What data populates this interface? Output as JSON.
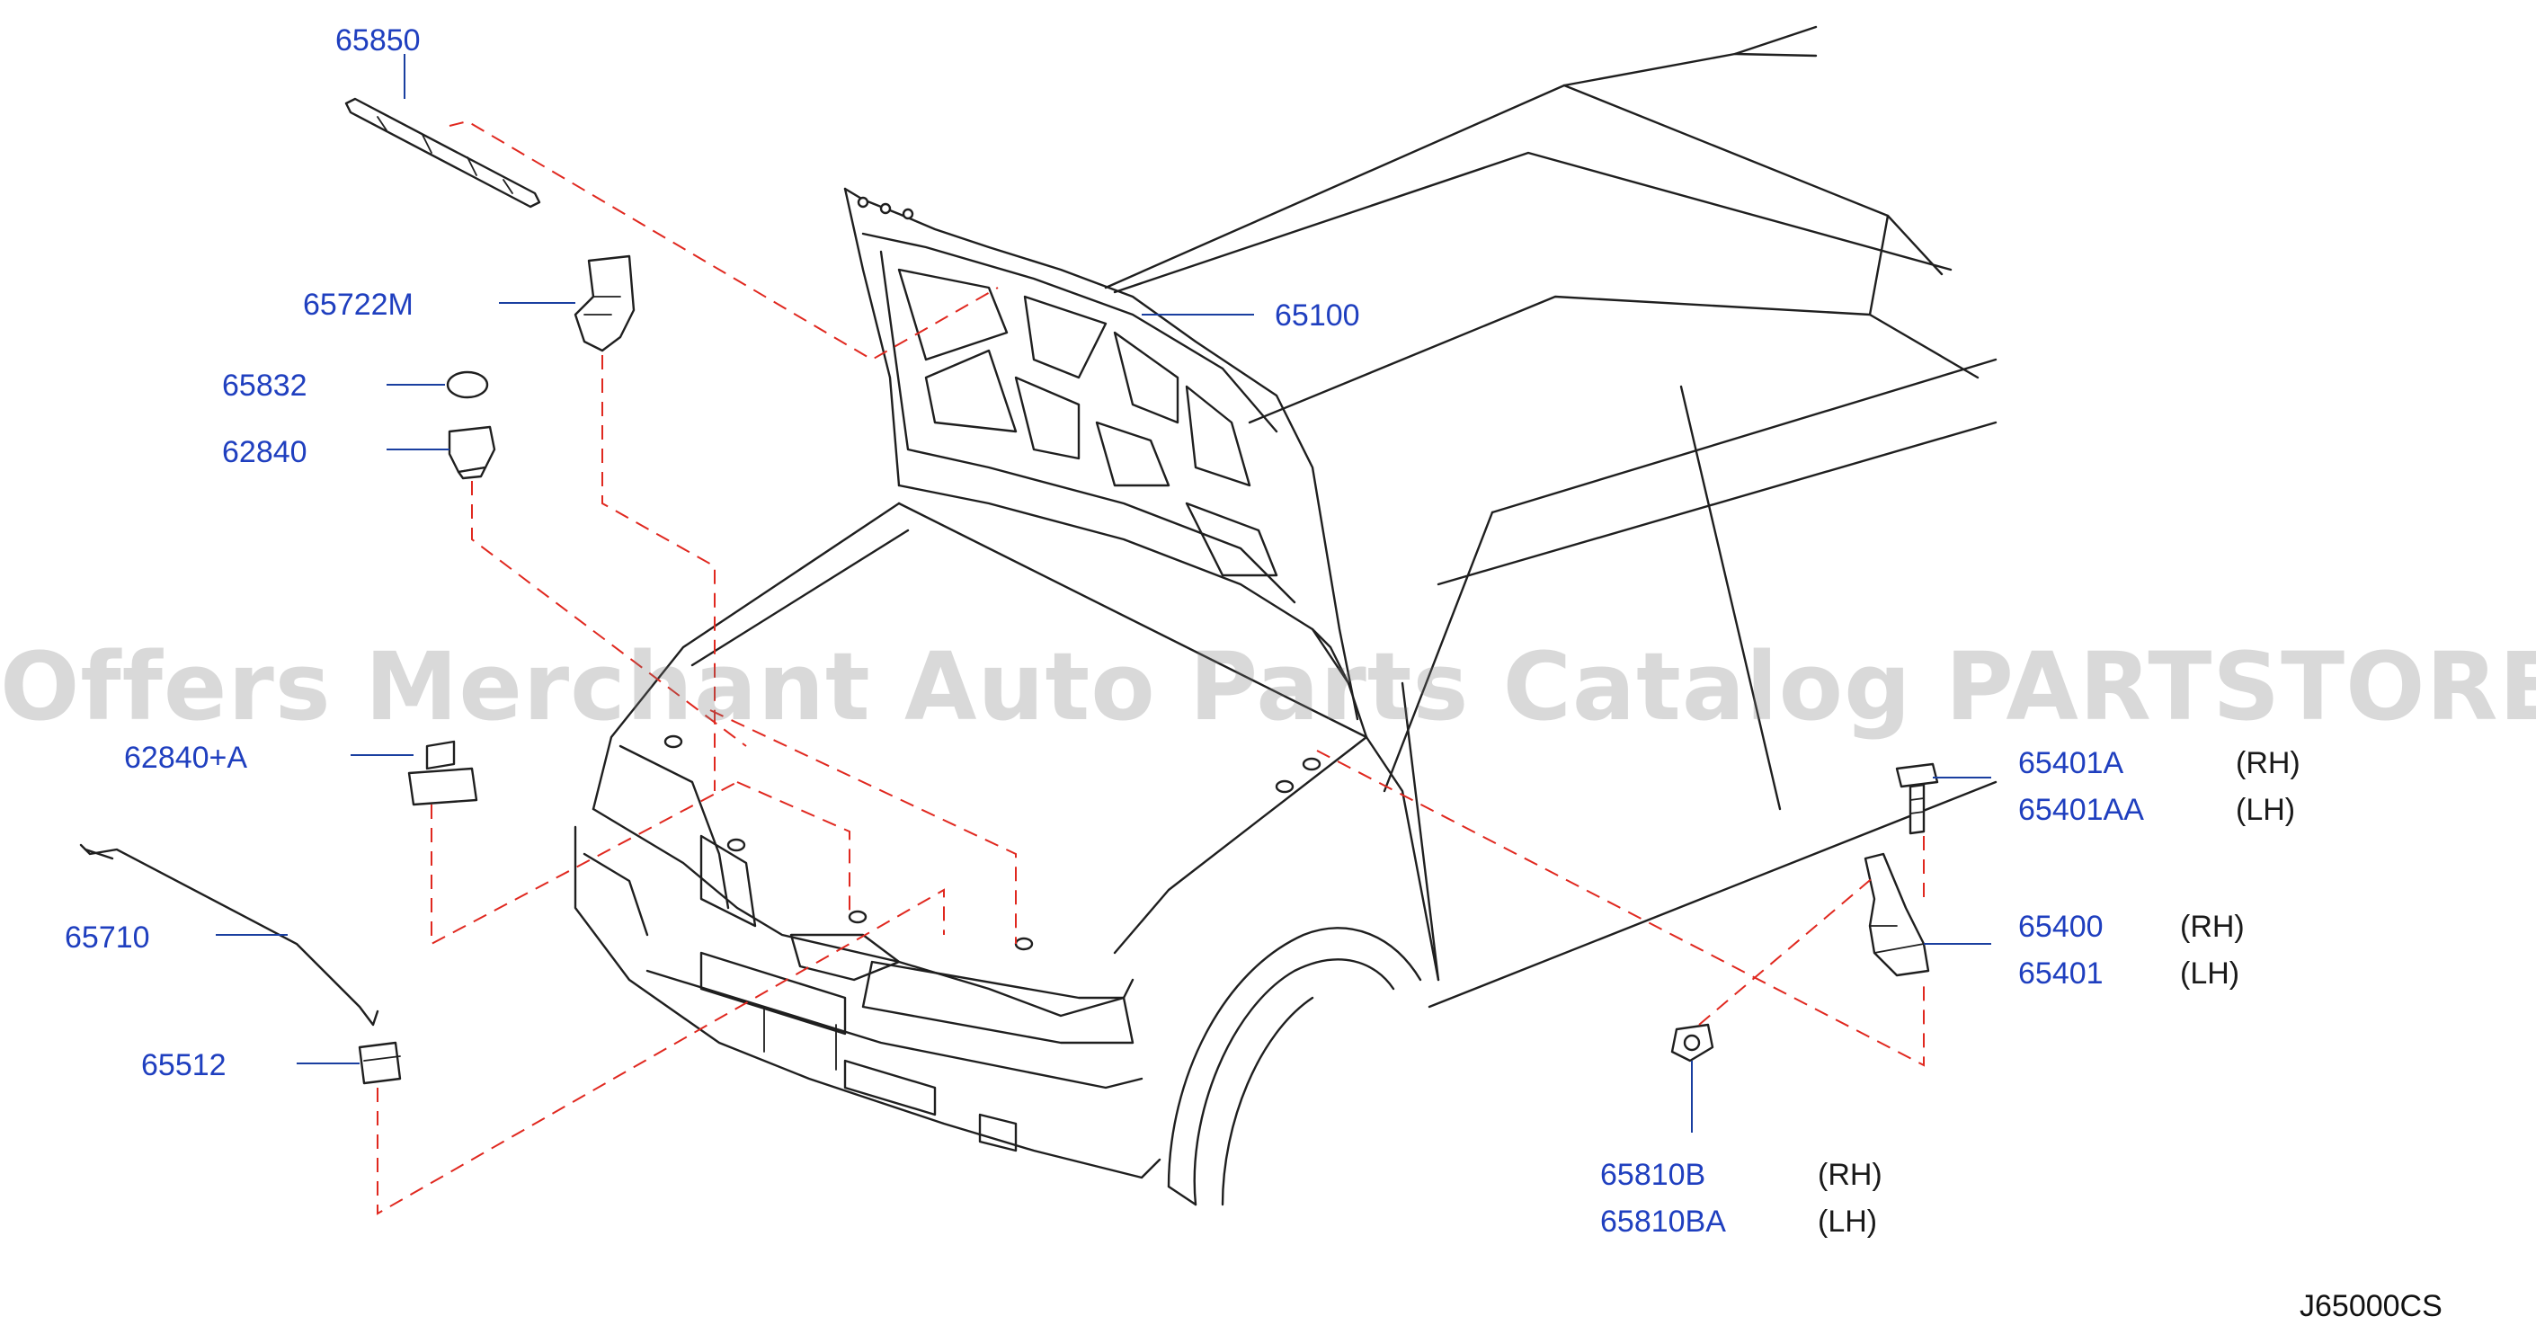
{
  "diagram": {
    "code": "J65000CS",
    "watermark": "Offers Merchant Auto Parts Catalog PARTSTORE.SA",
    "colors": {
      "part_number": "#1f3fbf",
      "leader": "#1a3fa0",
      "dash": "#e0281f",
      "ink": "#1f1f1f"
    },
    "parts": [
      {
        "number": "65850"
      },
      {
        "number": "65722M"
      },
      {
        "number": "65832"
      },
      {
        "number": "62840"
      },
      {
        "number": "65100"
      },
      {
        "number": "62840+A"
      },
      {
        "number": "65710"
      },
      {
        "number": "65512"
      },
      {
        "number": "65401A",
        "side": "(RH)"
      },
      {
        "number": "65401AA",
        "side": "(LH)"
      },
      {
        "number": "65400",
        "side": "(RH)"
      },
      {
        "number": "65401",
        "side": "(LH)"
      },
      {
        "number": "65810B",
        "side": "(RH)"
      },
      {
        "number": "65810BA",
        "side": "(LH)"
      }
    ]
  }
}
